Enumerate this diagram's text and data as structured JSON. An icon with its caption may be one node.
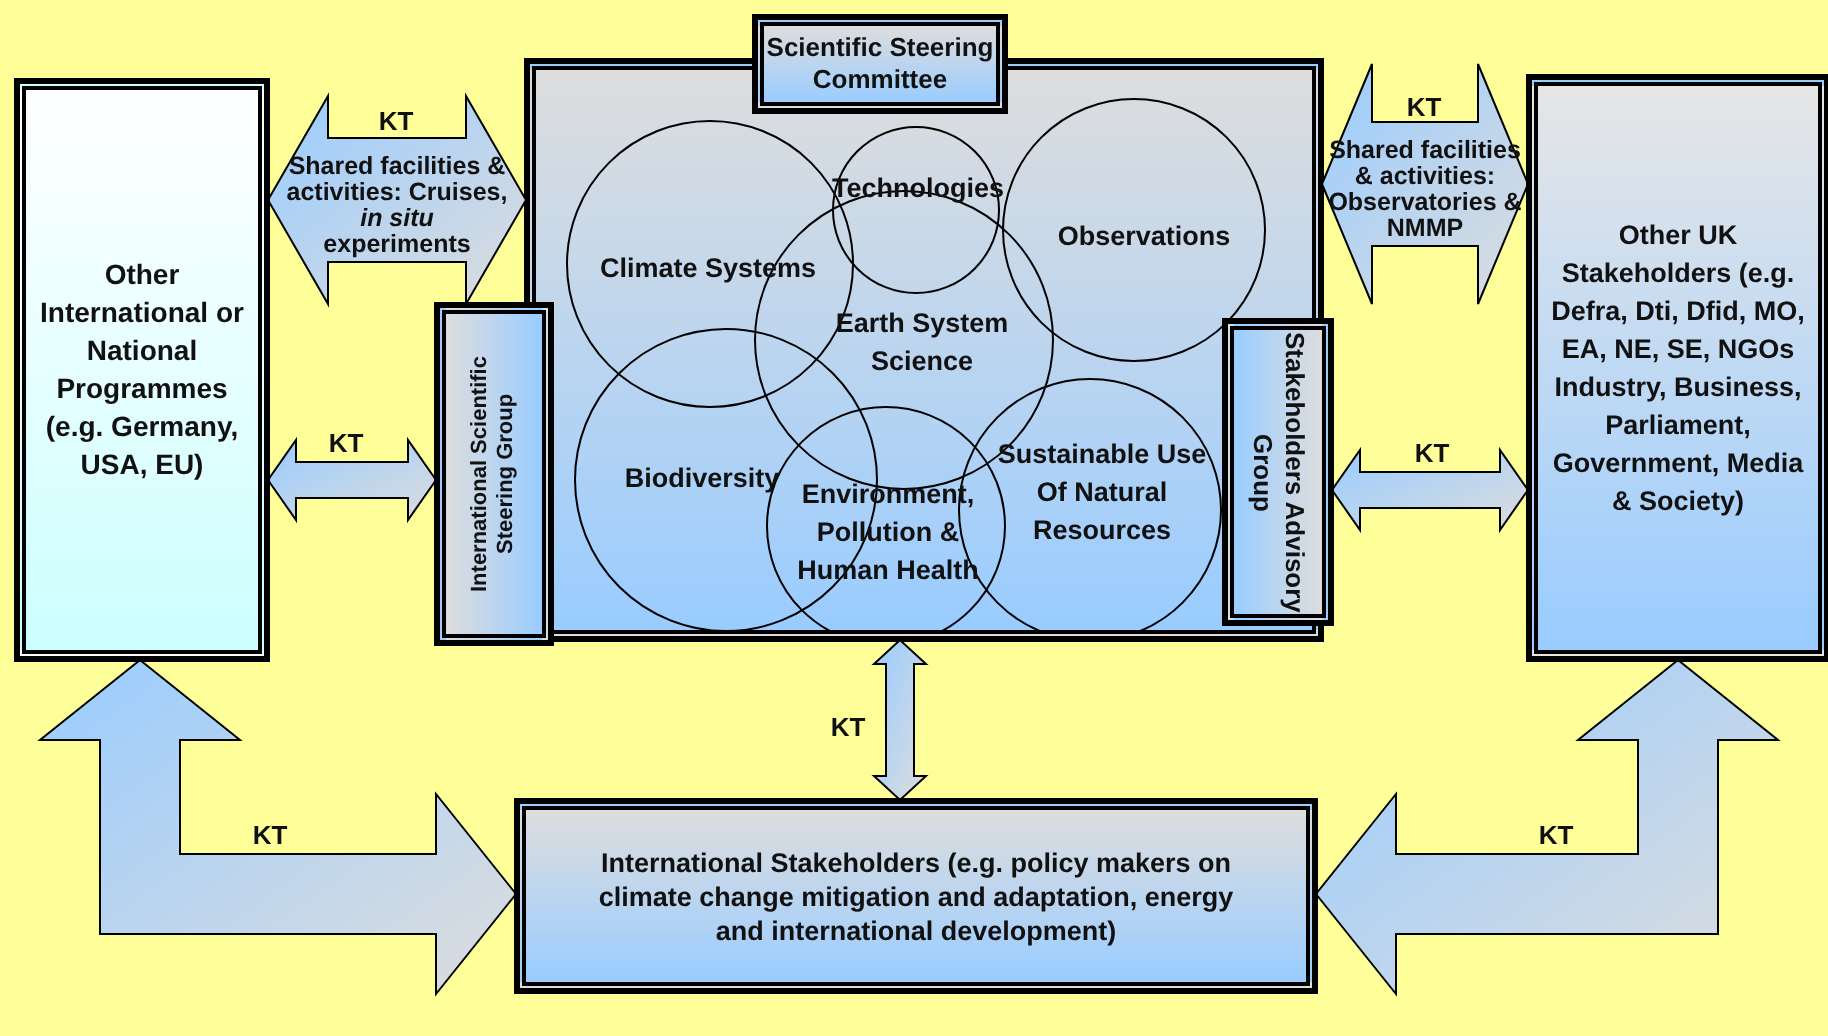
{
  "diagram": {
    "nodes": [
      {
        "text": [
          "Other International or National Programmes (e.g. Germany, USA, EU)"
        ]
      },
      {
        "text": [],
        "shape": "box"
      },
      {
        "text": [
          "Scientific Steering Committee"
        ]
      },
      {
        "text": [
          "Technologies"
        ],
        "in": 1
      },
      {
        "text": [
          "Climate Systems"
        ],
        "in": 1
      },
      {
        "text": [
          "Observations"
        ],
        "in": 1
      },
      {
        "text": [
          "Earth System Science"
        ],
        "in": 1
      },
      {
        "text": [
          "Biodiversity"
        ],
        "in": 1
      },
      {
        "text": [
          "Environment, Pollution & Human Health"
        ],
        "in": 1
      },
      {
        "text": [
          "Sustainable Use Of Natural Resources"
        ],
        "in": 1
      },
      {
        "text": [
          "International Scientific Steering Group"
        ]
      },
      {
        "text": [
          "Stakeholders Advisory Group"
        ]
      },
      {
        "text": [
          "Other UK Stakeholders (e.g. Defra, Dti, Dfid, MO, EA, NE, SE, NGOs Industry, Business, Parliament, Government, Media & Society)"
        ]
      },
      {
        "text": [
          "International Stakeholders (e.g. policy makers on climate change mitigation and adaptation, energy and international development)"
        ]
      }
    ],
    "edges": [
      {
        "from": 0,
        "to": 1,
        "arrow": "both",
        "label": "KT"
      },
      {
        "from": 1,
        "to": 12,
        "arrow": "both",
        "label": "KT"
      },
      {
        "from": 0,
        "to": 10,
        "arrow": "both",
        "label": "KT"
      },
      {
        "from": 11,
        "to": 12,
        "arrow": "both",
        "label": "KT"
      },
      {
        "from": 1,
        "to": 13,
        "arrow": "both",
        "label": "KT"
      },
      {
        "from": 13,
        "to": 0,
        "arrow": "both",
        "label": "KT"
      },
      {
        "from": 13,
        "to": 12,
        "arrow": "both",
        "label": "KT"
      }
    ],
    "labels": [
      "Shared facilities & activities: Cruises, *in situ* experiments",
      "Shared facilities & activities: Observatories & NMMP"
    ]
  }
}
